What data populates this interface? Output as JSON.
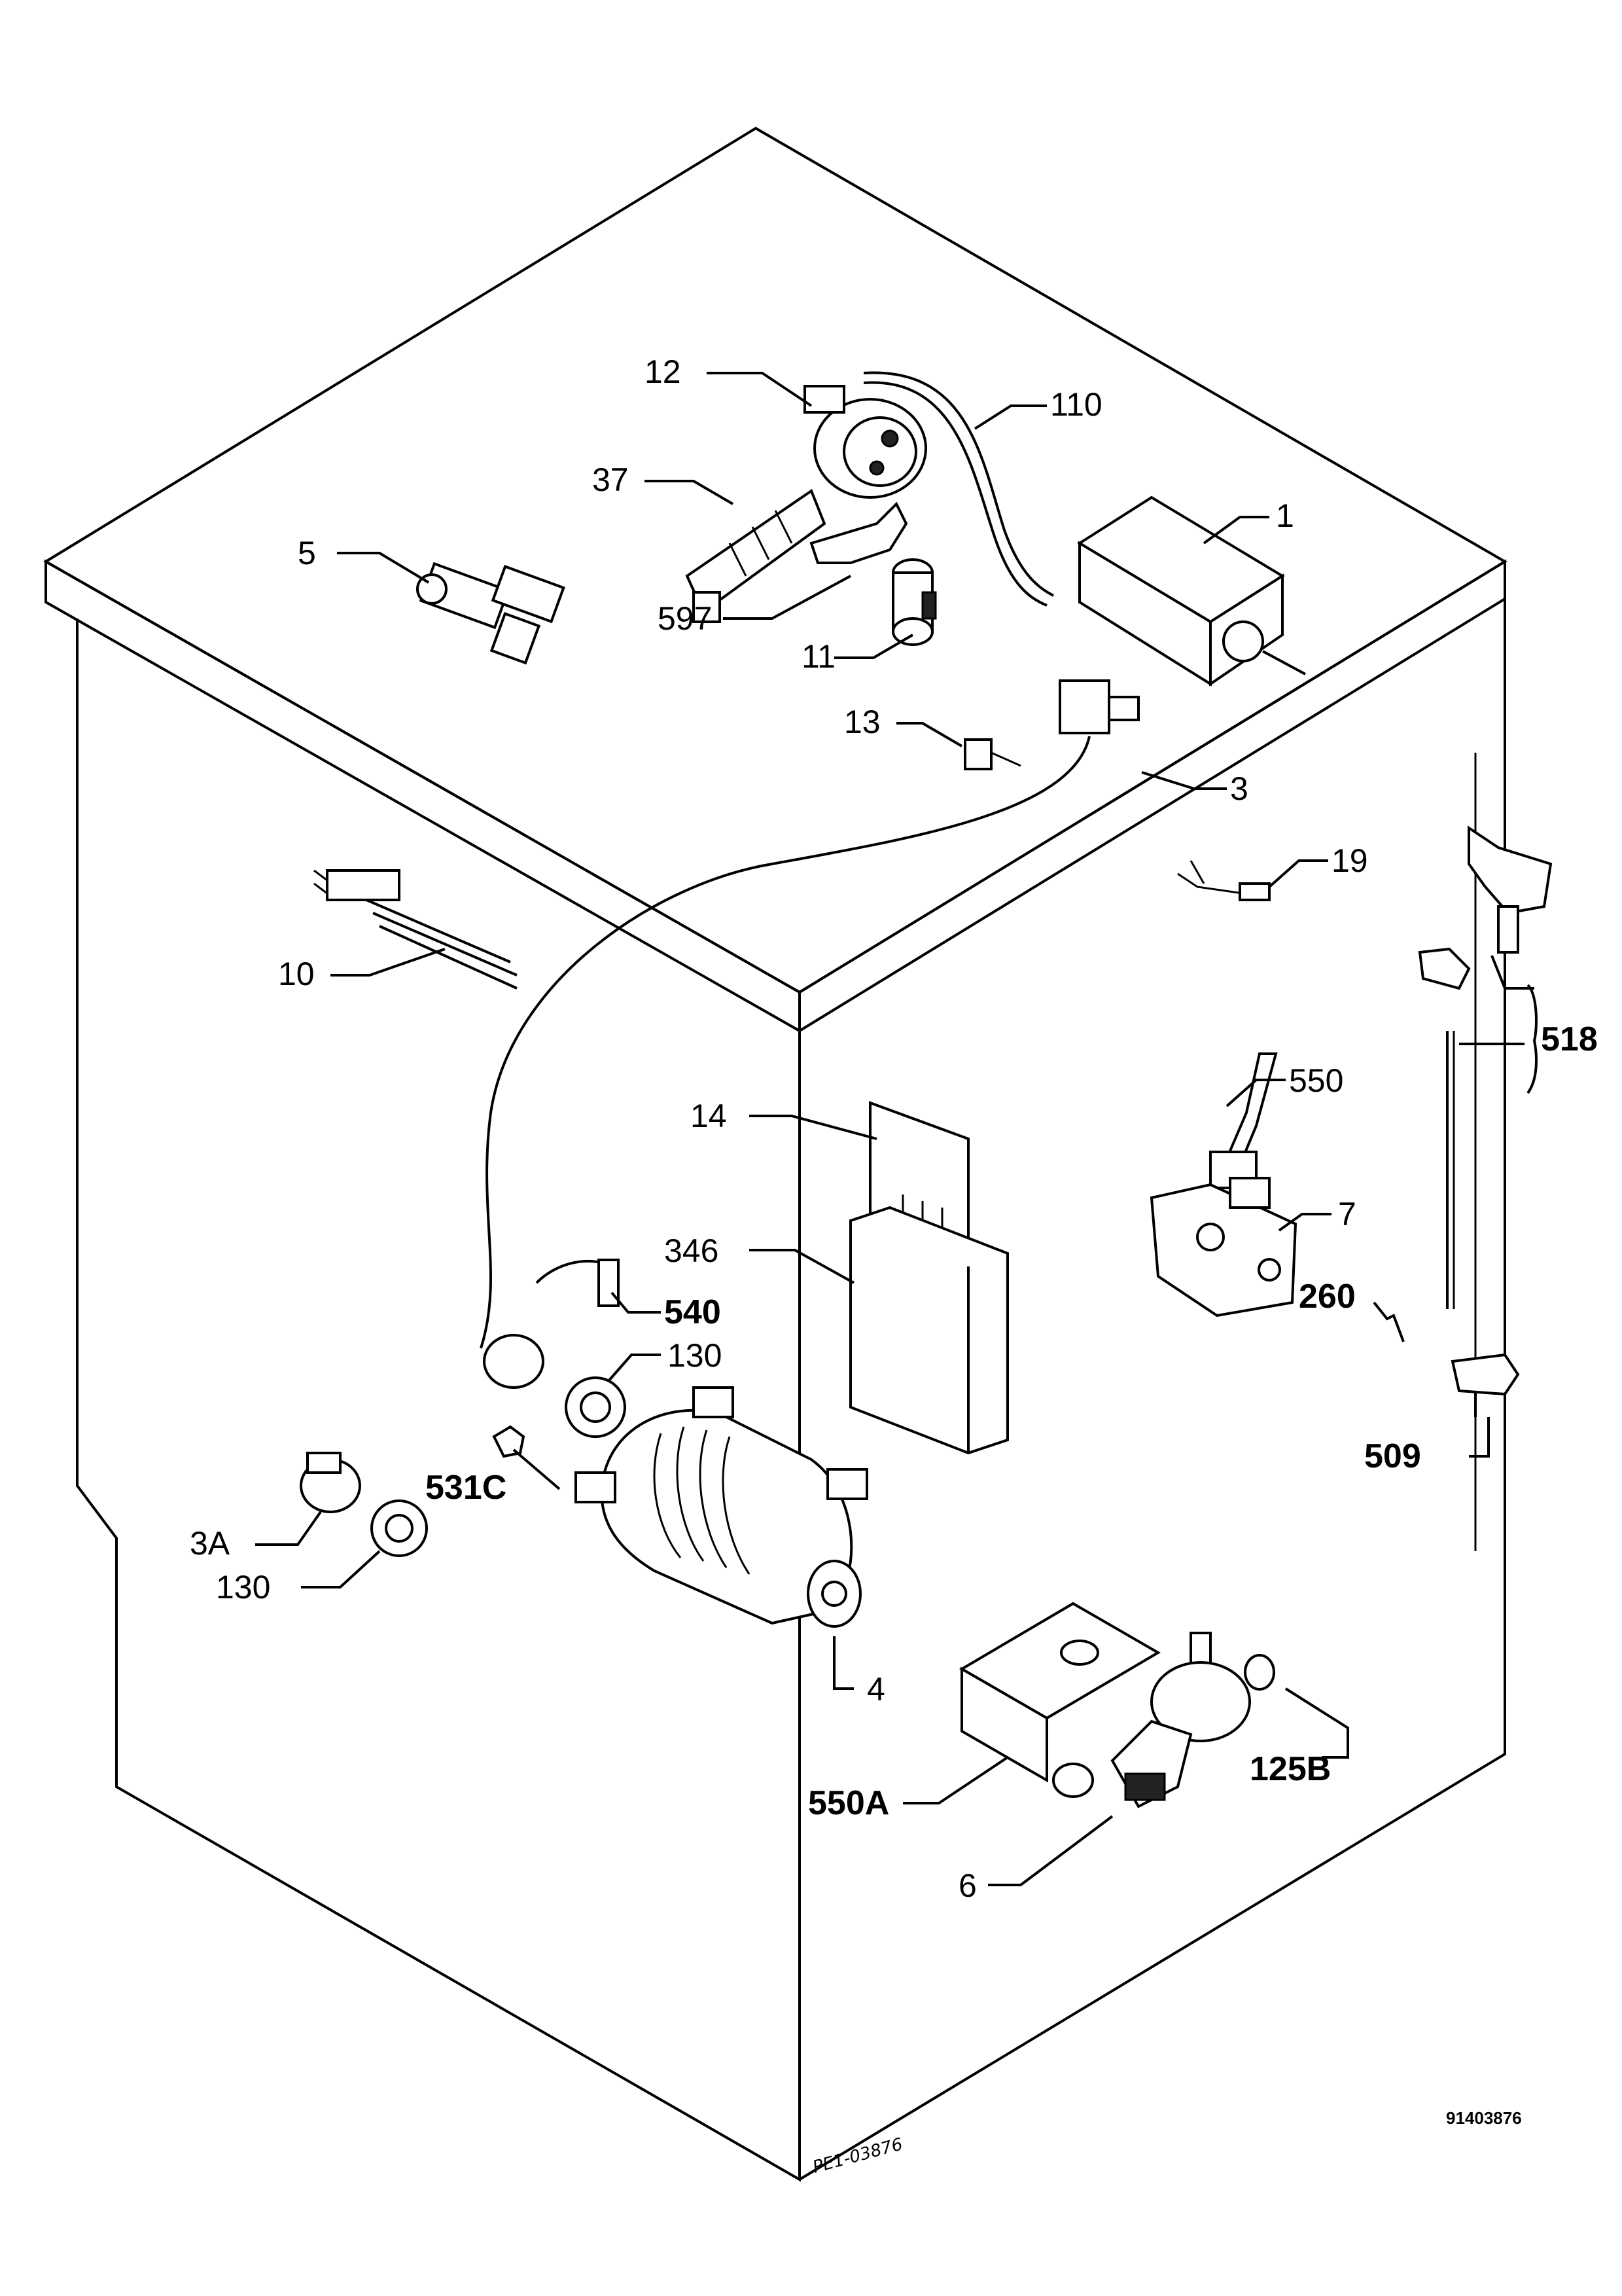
{
  "document_number": "91403876",
  "handwritten_code": "PE1-03876",
  "labels": {
    "l12": "12",
    "l110": "110",
    "l37": "37",
    "l1": "1",
    "l5": "5",
    "l597": "597",
    "l11": "11",
    "l13": "13",
    "l3": "3",
    "l19": "19",
    "l10": "10",
    "l518": "518",
    "l550": "550",
    "l14": "14",
    "l7": "7",
    "l346": "346",
    "l260": "260",
    "l540": "540",
    "l130a": "130",
    "l509": "509",
    "l531c": "531C",
    "l3a": "3A",
    "l130b": "130",
    "l4": "4",
    "l125b": "125B",
    "l550a": "550A",
    "l6": "6"
  }
}
